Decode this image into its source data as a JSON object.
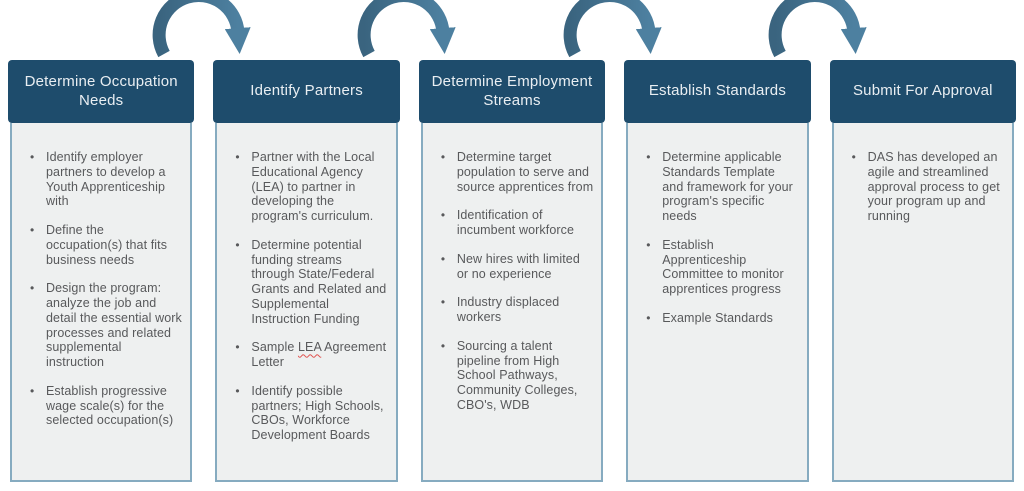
{
  "flow": {
    "bullet_char": "•",
    "columns": [
      {
        "header": "Determine Occupation Needs",
        "bullets": [
          {
            "text": "Identify employer partners to develop a Youth Apprenticeship with"
          },
          {
            "text": "Define the occupation(s) that fits business needs"
          },
          {
            "text": "Design the program: analyze the job and detail the essential work processes and related supplemental instruction"
          },
          {
            "text": "Establish progressive wage scale(s) for the selected occupation(s)"
          }
        ]
      },
      {
        "header": "Identify Partners",
        "bullets": [
          {
            "text": "Partner with the Local Educational Agency (LEA) to partner in developing the program's curriculum."
          },
          {
            "text": "Determine potential funding streams through State/Federal Grants and Related and Supplemental Instruction Funding"
          },
          {
            "text": "Sample LEA Agreement Letter",
            "spellcheck_underline_word": "LEA"
          },
          {
            "text": "Identify possible partners; High Schools, CBOs, Workforce Development Boards"
          }
        ]
      },
      {
        "header": "Determine Employment Streams",
        "bullets": [
          {
            "text": "Determine target population to serve and source apprentices from"
          },
          {
            "text": "Identification of incumbent workforce"
          },
          {
            "text": "New hires with limited or no experience"
          },
          {
            "text": "Industry displaced workers"
          },
          {
            "text": "Sourcing a talent pipeline from High School Pathways, Community Colleges, CBO's, WDB"
          }
        ]
      },
      {
        "header": "Establish Standards",
        "bullets": [
          {
            "text": "Determine applicable Standards Template and framework for your program's specific needs"
          },
          {
            "text": "Establish Apprenticeship Committee to monitor apprentices progress"
          },
          {
            "text": "Example Standards"
          }
        ]
      },
      {
        "header": "Submit For Approval",
        "bullets": [
          {
            "text": "DAS has developed an agile and streamlined approval process to get your program up and running"
          }
        ]
      }
    ],
    "connectors": {
      "icon": "curved-arrow-icon",
      "count": 4
    },
    "colors": {
      "header_bg": "#1e4c6c",
      "header_text": "#e9eef2",
      "body_bg": "#eef0f0",
      "body_border": "#86abc0",
      "body_text": "#58595b",
      "arrow_gradient_start": "#3a647f",
      "arrow_gradient_end": "#4d80a0",
      "spellcheck_underline": "#e0524f"
    }
  }
}
